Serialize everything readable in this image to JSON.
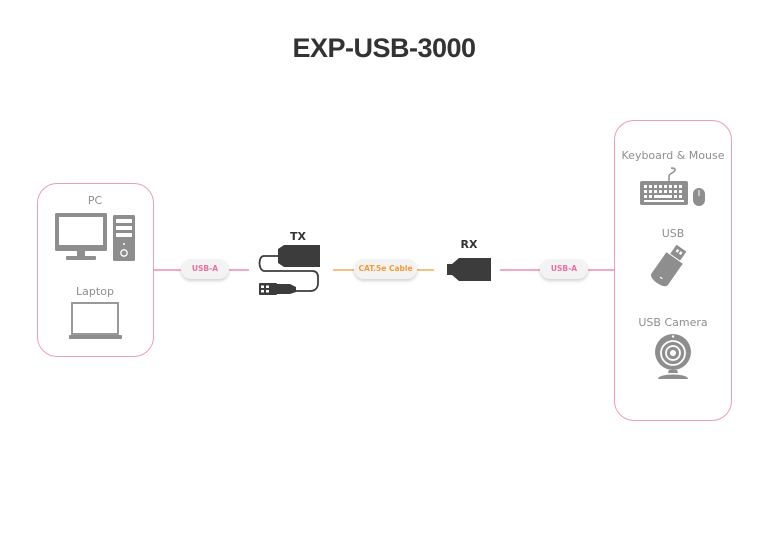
{
  "title": "EXP-USB-3000",
  "colors": {
    "accent_pink": "#ec9cbc",
    "accent_orange": "#f29c36",
    "icon_gray": "#8e8e8e",
    "device_dark": "#3c3c3c",
    "title": "#333333"
  },
  "source_group": {
    "items": [
      {
        "label": "PC",
        "icon": "desktop-pc-icon"
      },
      {
        "label": "Laptop",
        "icon": "laptop-icon"
      }
    ]
  },
  "links": {
    "source_to_tx": "USB-A",
    "tx_to_rx": "CAT.5e Cable",
    "rx_to_peripherals": "USB-A"
  },
  "devices": {
    "tx": {
      "label": "TX",
      "icon": "usb-transmitter-icon"
    },
    "rx": {
      "label": "RX",
      "icon": "usb-receiver-icon"
    }
  },
  "peripheral_group": {
    "items": [
      {
        "label": "Keyboard & Mouse",
        "icon": "keyboard-mouse-icon"
      },
      {
        "label": "USB",
        "icon": "usb-flash-drive-icon"
      },
      {
        "label": "USB Camera",
        "icon": "webcam-icon"
      }
    ]
  }
}
